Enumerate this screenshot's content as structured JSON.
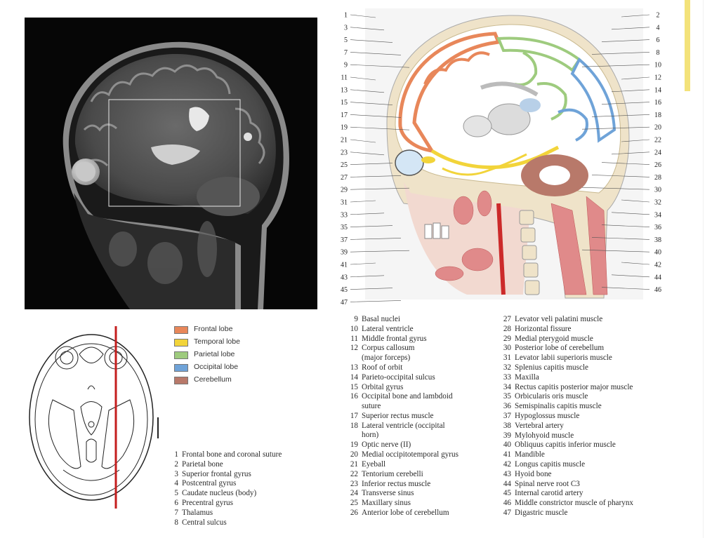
{
  "figure": {
    "number_labels": {
      "left": [
        "1",
        "3",
        "5",
        "7",
        "9",
        "11",
        "13",
        "15",
        "17",
        "19",
        "21",
        "23",
        "25",
        "27",
        "29",
        "31",
        "33",
        "35",
        "37",
        "39",
        "41",
        "43",
        "45",
        "47"
      ],
      "right": [
        "2",
        "4",
        "6",
        "8",
        "10",
        "12",
        "14",
        "16",
        "18",
        "20",
        "22",
        "24",
        "26",
        "28",
        "30",
        "32",
        "34",
        "36",
        "38",
        "40",
        "42",
        "44",
        "46"
      ]
    }
  },
  "legend": [
    {
      "label": "Frontal lobe",
      "color": "#e8875a"
    },
    {
      "label": "Temporal lobe",
      "color": "#f2d43a"
    },
    {
      "label": "Parietal lobe",
      "color": "#9ecb7e"
    },
    {
      "label": "Occipital lobe",
      "color": "#6fa3d8"
    },
    {
      "label": "Cerebellum",
      "color": "#b8796a"
    }
  ],
  "key_col1": [
    {
      "num": "1",
      "text": "Frontal bone and coronal suture"
    },
    {
      "num": "2",
      "text": "Parietal bone"
    },
    {
      "num": "3",
      "text": "Superior frontal gyrus"
    },
    {
      "num": "4",
      "text": "Postcentral gyrus"
    },
    {
      "num": "5",
      "text": "Caudate nucleus (body)"
    },
    {
      "num": "6",
      "text": "Precentral gyrus"
    },
    {
      "num": "7",
      "text": "Thalamus"
    },
    {
      "num": "8",
      "text": "Central sulcus"
    }
  ],
  "key_col2": [
    {
      "num": "9",
      "text": "Basal nuclei"
    },
    {
      "num": "10",
      "text": "Lateral ventricle"
    },
    {
      "num": "11",
      "text": "Middle frontal gyrus"
    },
    {
      "num": "12",
      "text": "Corpus callosum",
      "cont": "(major forceps)"
    },
    {
      "num": "13",
      "text": "Roof of orbit"
    },
    {
      "num": "14",
      "text": "Parieto-occipital sulcus"
    },
    {
      "num": "15",
      "text": "Orbital gyrus"
    },
    {
      "num": "16",
      "text": "Occipital bone and lambdoid",
      "cont": "suture"
    },
    {
      "num": "17",
      "text": "Superior rectus muscle"
    },
    {
      "num": "18",
      "text": "Lateral ventricle (occipital",
      "cont": "horn)"
    },
    {
      "num": "19",
      "text": "Optic nerve (II)"
    },
    {
      "num": "20",
      "text": "Medial occipitotemporal gyrus"
    },
    {
      "num": "21",
      "text": "Eyeball"
    },
    {
      "num": "22",
      "text": "Tentorium cerebelli"
    },
    {
      "num": "23",
      "text": "Inferior rectus muscle"
    },
    {
      "num": "24",
      "text": "Transverse sinus"
    },
    {
      "num": "25",
      "text": "Maxillary sinus"
    },
    {
      "num": "26",
      "text": "Anterior lobe of cerebellum"
    }
  ],
  "key_col3": [
    {
      "num": "27",
      "text": "Levator veli palatini muscle"
    },
    {
      "num": "28",
      "text": "Horizontal fissure"
    },
    {
      "num": "29",
      "text": "Medial pterygoid muscle"
    },
    {
      "num": "30",
      "text": "Posterior lobe of cerebellum"
    },
    {
      "num": "31",
      "text": "Levator labii superioris muscle"
    },
    {
      "num": "32",
      "text": "Splenius capitis muscle"
    },
    {
      "num": "33",
      "text": "Maxilla"
    },
    {
      "num": "34",
      "text": "Rectus capitis posterior major muscle"
    },
    {
      "num": "35",
      "text": "Orbicularis oris muscle"
    },
    {
      "num": "36",
      "text": "Semispinalis capitis muscle"
    },
    {
      "num": "37",
      "text": "Hypoglossus muscle"
    },
    {
      "num": "38",
      "text": "Vertebral artery"
    },
    {
      "num": "39",
      "text": "Mylohyoid muscle"
    },
    {
      "num": "40",
      "text": "Obliquus capitis inferior muscle"
    },
    {
      "num": "41",
      "text": "Mandible"
    },
    {
      "num": "42",
      "text": "Longus capitis muscle"
    },
    {
      "num": "43",
      "text": "Hyoid bone"
    },
    {
      "num": "44",
      "text": "Spinal nerve root C3"
    },
    {
      "num": "45",
      "text": "Internal carotid artery"
    },
    {
      "num": "46",
      "text": "Middle constrictor muscle of pharynx"
    },
    {
      "num": "47",
      "text": "Digastric muscle"
    }
  ],
  "icons": {
    "mri": "sagittal-mri-image",
    "axial": "axial-brain-outline"
  }
}
